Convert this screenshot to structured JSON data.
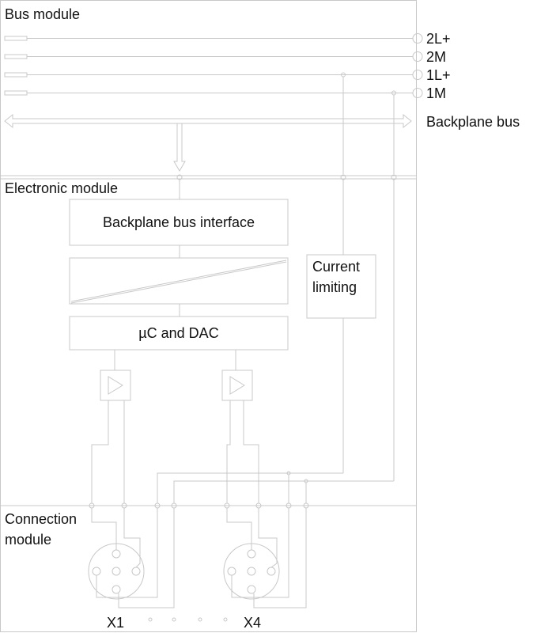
{
  "modules": {
    "bus": "Bus module",
    "electronic": "Electronic module",
    "connection_line1": "Connection",
    "connection_line2": "module"
  },
  "bus_lines": [
    "2L+",
    "2M",
    "1L+",
    "1M"
  ],
  "backplane": "Backplane bus",
  "blocks": {
    "interface": "Backplane bus interface",
    "uc_dac": "µC and DAC",
    "current_line1": "Current",
    "current_line2": "limiting"
  },
  "connectors": {
    "x1": "X1",
    "x4": "X4"
  },
  "colors": {
    "line": "#c8c8c8",
    "text": "#111111"
  }
}
